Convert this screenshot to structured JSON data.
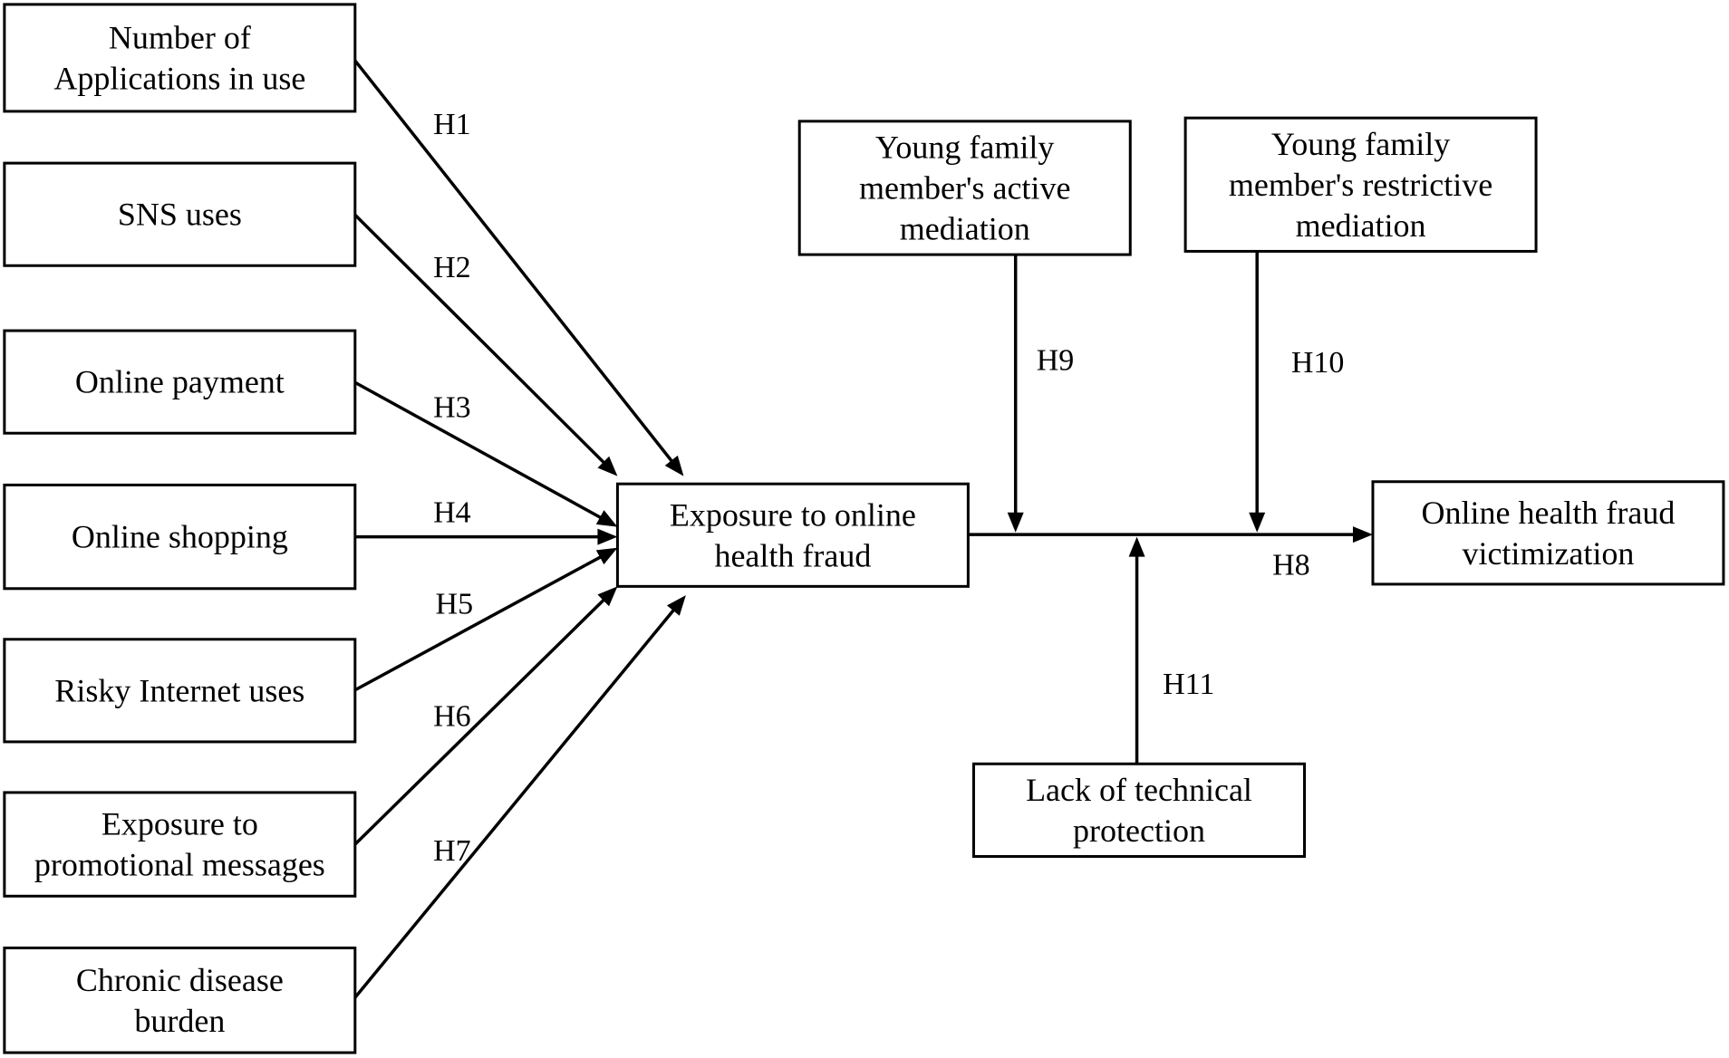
{
  "diagram": {
    "nodes": [
      {
        "id": "applications",
        "lines": [
          "Number of",
          "Applications in use"
        ]
      },
      {
        "id": "sns",
        "lines": [
          "SNS uses"
        ]
      },
      {
        "id": "payment",
        "lines": [
          "Online payment"
        ]
      },
      {
        "id": "shopping",
        "lines": [
          "Online shopping"
        ]
      },
      {
        "id": "risky",
        "lines": [
          "Risky Internet uses"
        ]
      },
      {
        "id": "promotional",
        "lines": [
          "Exposure to",
          "promotional messages"
        ]
      },
      {
        "id": "chronic",
        "lines": [
          "Chronic disease",
          "burden"
        ]
      },
      {
        "id": "exposure",
        "lines": [
          "Exposure to online",
          "health fraud"
        ]
      },
      {
        "id": "active",
        "lines": [
          "Young family",
          "member's active",
          "mediation"
        ]
      },
      {
        "id": "restrictive",
        "lines": [
          "Young family",
          "member's restrictive",
          "mediation"
        ]
      },
      {
        "id": "victimization",
        "lines": [
          "Online health fraud",
          "victimization"
        ]
      },
      {
        "id": "protection",
        "lines": [
          "Lack of technical",
          "protection"
        ]
      }
    ],
    "edges": [
      {
        "id": "h1",
        "label": "H1",
        "from": "applications",
        "to": "exposure"
      },
      {
        "id": "h2",
        "label": "H2",
        "from": "sns",
        "to": "exposure"
      },
      {
        "id": "h3",
        "label": "H3",
        "from": "payment",
        "to": "exposure"
      },
      {
        "id": "h4",
        "label": "H4",
        "from": "shopping",
        "to": "exposure"
      },
      {
        "id": "h5",
        "label": "H5",
        "from": "risky",
        "to": "exposure"
      },
      {
        "id": "h6",
        "label": "H6",
        "from": "promotional",
        "to": "exposure"
      },
      {
        "id": "h7",
        "label": "H7",
        "from": "chronic",
        "to": "exposure"
      },
      {
        "id": "h8",
        "label": "H8",
        "from": "exposure",
        "to": "victimization"
      },
      {
        "id": "h9",
        "label": "H9",
        "from": "active",
        "to": "h8"
      },
      {
        "id": "h10",
        "label": "H10",
        "from": "restrictive",
        "to": "h8"
      },
      {
        "id": "h11",
        "label": "H11",
        "from": "protection",
        "to": "h8"
      }
    ]
  }
}
